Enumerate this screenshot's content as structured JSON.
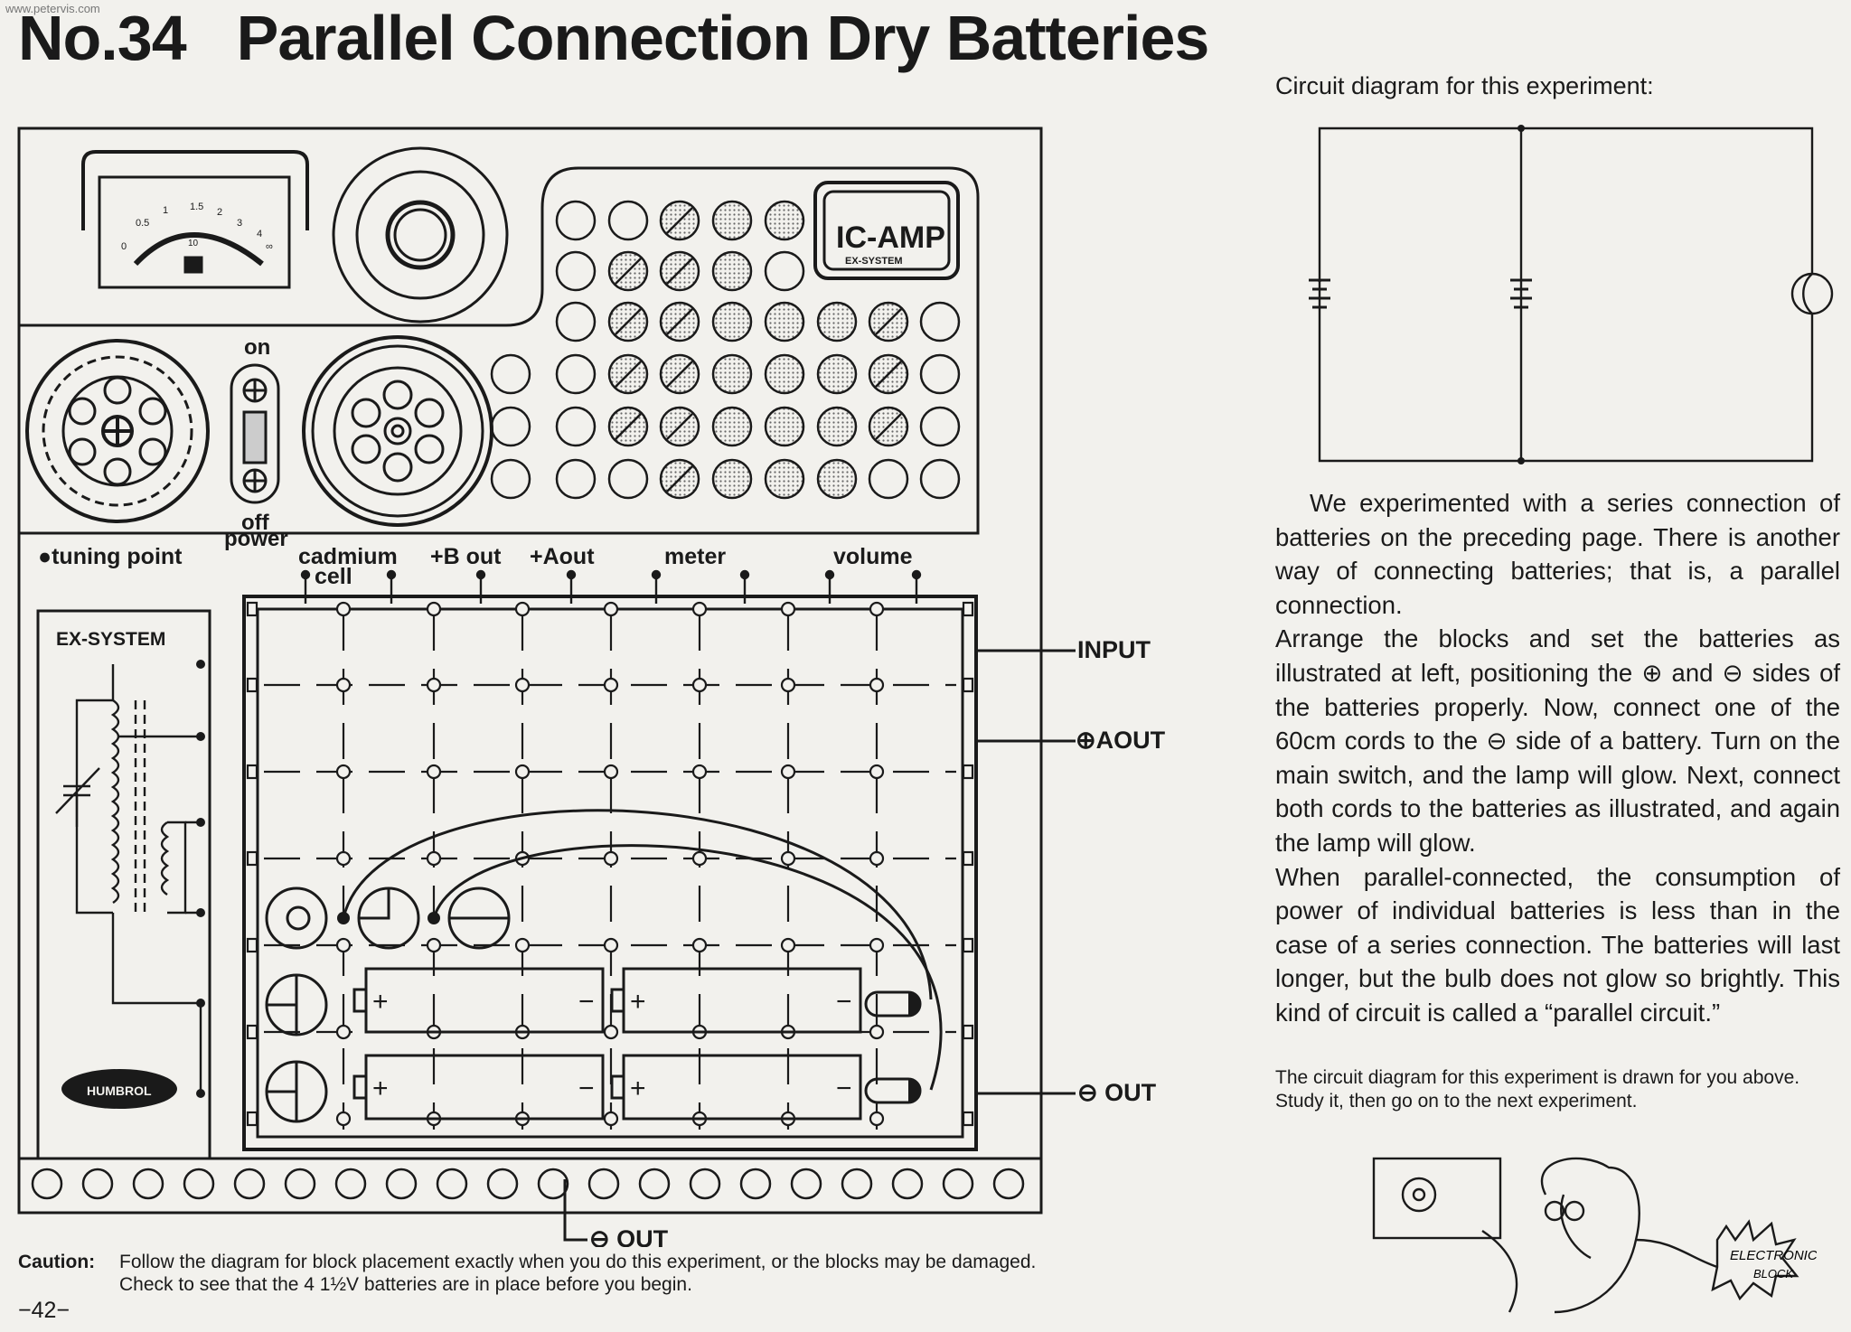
{
  "source_watermark": "www.petervis.com",
  "title": {
    "number": "No.34",
    "text": "Parallel Connection Dry Batteries"
  },
  "circuit_diagram_caption": "Circuit diagram for this experiment:",
  "body_paragraphs": [
    "We experimented with a series connection of batteries on the preceding page. There is another way of connecting batteries; that is, a parallel connection.",
    "Arrange the blocks and set the batteries as illustrated at left, positioning the ⊕ and ⊖ sides of the batteries properly. Now, connect one of the 60cm cords to the ⊖ side of a battery. Turn on the main switch, and the lamp will glow. Next, connect both cords to the batteries as illustrated, and again the lamp will glow.",
    "When parallel-connected, the consumption of power of individual batteries is less than in the case of a series connection. The batteries will last longer, but the bulb does not glow so brightly. This kind of circuit is called a “parallel circuit.”"
  ],
  "study_note": "The circuit diagram for this experiment is drawn for you above. Study it, then go on to the next experiment.",
  "caution": {
    "label": "Caution:",
    "text": "Follow the diagram for block placement exactly when you do this experiment, or the blocks may be damaged. Check to see that the 4 1½V batteries are in place before you begin."
  },
  "page_number": "−42−",
  "board": {
    "brand_badge": "IC-AMP",
    "brand_badge_sub": "EX-SYSTEM",
    "system_label": "EX-SYSTEM",
    "logo": "HUMBROL",
    "switch_on": "on",
    "switch_off": "off",
    "switch_power": "power",
    "tuning_point": "●tuning point",
    "terminal_labels": [
      "cadmium",
      "cell",
      "+B out",
      "+Aout",
      "meter",
      "volume"
    ],
    "side_labels": {
      "input": "INPUT",
      "aout": "⊕AOUT",
      "out_right": "⊖ OUT",
      "out_bottom": "⊖ OUT"
    },
    "meter_scale": [
      "0",
      "0.5",
      "1",
      "1.5",
      "2",
      "3",
      "4",
      "∞",
      "10"
    ],
    "battery_plus": "+",
    "battery_minus": "−"
  },
  "cartoon_text": [
    "ELECTRONIC",
    "BLOCK"
  ],
  "colors": {
    "ink": "#1a1a1a",
    "paper": "#f2f1ed",
    "hatch": "#9a9a9a"
  }
}
